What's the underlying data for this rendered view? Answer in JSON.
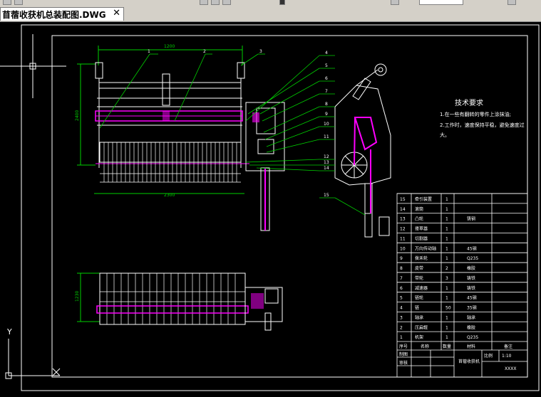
{
  "tab": {
    "title": "苜蓿收获机总装配图.DWG",
    "close_icon": "close-icon"
  },
  "dims": {
    "top_width": "1200",
    "left_height": "2400",
    "bottom_width": "2300",
    "lower_height": "1230"
  },
  "callouts": [
    "1",
    "2",
    "3",
    "4",
    "5",
    "6",
    "7",
    "8",
    "9",
    "10",
    "11",
    "12",
    "13",
    "14",
    "15"
  ],
  "tech": {
    "title": "技术要求",
    "line1": "1.在一些有翻转的零件上涂抹油;",
    "line2": "2.工作时，速度保持平稳，避免速度过",
    "line3": "大。"
  },
  "bom": {
    "rows": [
      {
        "no": "15",
        "name": "牵引装置",
        "qty": "1",
        "mat": ""
      },
      {
        "no": "14",
        "name": "滚筒",
        "qty": "1",
        "mat": ""
      },
      {
        "no": "13",
        "name": "凸轮",
        "qty": "1",
        "mat": "铸钢"
      },
      {
        "no": "12",
        "name": "搂草器",
        "qty": "1",
        "mat": ""
      },
      {
        "no": "11",
        "name": "切割器",
        "qty": "1",
        "mat": ""
      },
      {
        "no": "10",
        "name": "万向传动轴",
        "qty": "1",
        "mat": "45钢"
      },
      {
        "no": "9",
        "name": "拨禾轮",
        "qty": "1",
        "mat": "Q235"
      },
      {
        "no": "8",
        "name": "皮带",
        "qty": "2",
        "mat": "橡胶"
      },
      {
        "no": "7",
        "name": "带轮",
        "qty": "3",
        "mat": "铸铁"
      },
      {
        "no": "6",
        "name": "减速器",
        "qty": "1",
        "mat": "铸铁"
      },
      {
        "no": "5",
        "name": "链轮",
        "qty": "1",
        "mat": "45钢"
      },
      {
        "no": "4",
        "name": "链",
        "qty": "50",
        "mat": "35钢"
      },
      {
        "no": "3",
        "name": "轴承",
        "qty": "1",
        "mat": "轴承"
      },
      {
        "no": "2",
        "name": "压扁辊",
        "qty": "1",
        "mat": "橡胶"
      },
      {
        "no": "1",
        "name": "机架",
        "qty": "1",
        "mat": "Q235"
      }
    ],
    "header": {
      "no": "序号",
      "name": "名称",
      "qty": "数量",
      "mat": "材料",
      "note": "备注"
    },
    "title_block": {
      "drawn": "制图",
      "checked": "审核",
      "drawing_name": "苜蓿收获机",
      "scale_label": "比例",
      "scale_value": "1:10",
      "code": "XXXX"
    }
  },
  "ucs": {
    "y_label": "Y",
    "x_label": "X"
  },
  "colors": {
    "frame": "#ffffff",
    "green": "#00d000",
    "magenta": "#ff00ff",
    "background": "#000000"
  }
}
